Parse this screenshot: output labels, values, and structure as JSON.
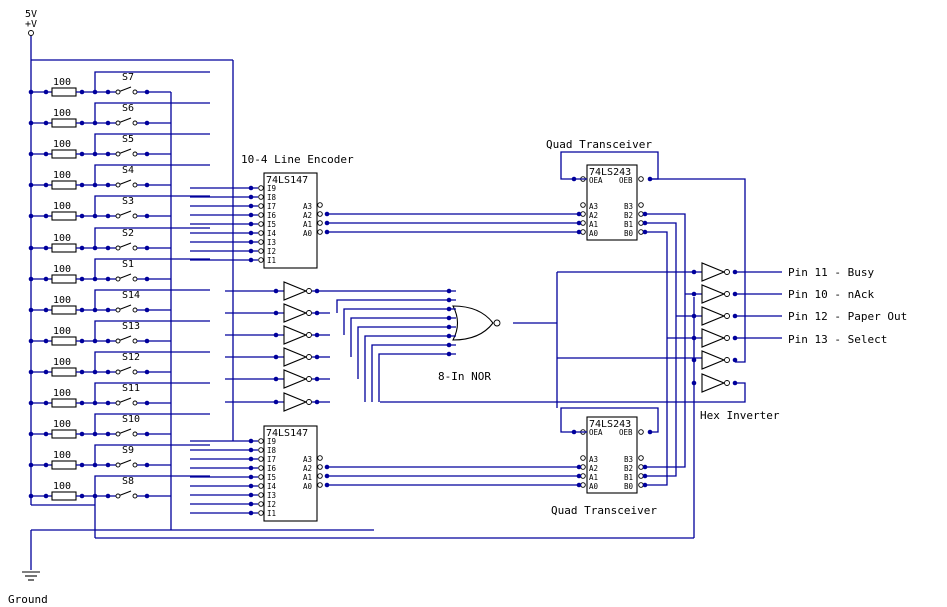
{
  "power": {
    "voltage": "5V",
    "rail": "+V"
  },
  "ground": {
    "label": "Ground"
  },
  "resistor_value": "100",
  "switches": [
    "S7",
    "S6",
    "S5",
    "S4",
    "S3",
    "S2",
    "S1",
    "S14",
    "S13",
    "S12",
    "S11",
    "S10",
    "S9",
    "S8"
  ],
  "encoder": {
    "title": "10-4 Line Encoder",
    "part": "74LS147",
    "inputs": [
      "I9",
      "I8",
      "I7",
      "I6",
      "I5",
      "I4",
      "I3",
      "I2",
      "I1"
    ],
    "outputs": [
      "A3",
      "A2",
      "A1",
      "A0"
    ]
  },
  "transceiver": {
    "title": "Quad Transceiver",
    "part": "74LS243",
    "enables": [
      "OEA",
      "OEB"
    ],
    "a_pins": [
      "A3",
      "A2",
      "A1",
      "A0"
    ],
    "b_pins": [
      "B3",
      "B2",
      "B1",
      "B0"
    ]
  },
  "nor_label": "8-In NOR",
  "hex_inverter_label": "Hex Inverter",
  "outputs": [
    "Pin 11 - Busy",
    "Pin 10 - nAck",
    "Pin 12 - Paper Out",
    "Pin 13 - Select"
  ],
  "colors": {
    "wire": "#00009c",
    "component": "#000000",
    "background": "#ffffff"
  }
}
